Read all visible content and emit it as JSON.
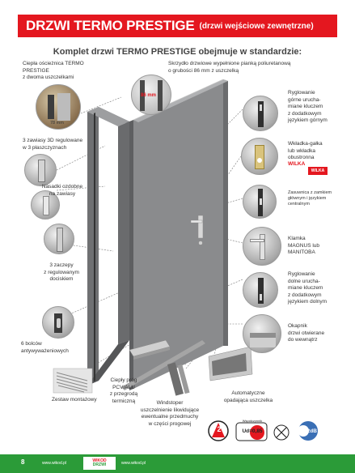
{
  "header": {
    "title": "DRZWI TERMO PRESTIGE",
    "subtitle": "(drzwi wejściowe zewnętrzne)"
  },
  "intro": "Komplet drzwi TERMO PRESTIGE obejmuje w standardzie:",
  "labels": {
    "frame": "Ciepła ościeżnica TERMO PRESTIGE\nz dwoma uszczelkami",
    "frame_dim": "78 mm",
    "leaf": "Skrzydło drzwiowe wypełnione pianką poliuretanową\no grubości 86 mm z uszczelką",
    "leaf_dim": "86 mm",
    "top_lock": "Ryglowanie\ngórne urucha-\nmiane kluczem\nz dodatkowym\njęzykiem górnym",
    "insert": "Wkładka-gałka\nlub wkładka\nobustronna",
    "insert_brand": "WILKA",
    "wilka_logo": "WILKA",
    "hinges": "3 zawiasy 3D regulowane\nw 3 płaszczyznach",
    "locks": "Zasuwnica z zamkiem\ngłównym i językiem\ncentralnym",
    "caps": "Nasadki ozdobne\nna zawiasy",
    "handle": "Klamka\nMAGNUS lub\nMANITOBA",
    "anti": "3 zaczepy\nz regulowanym\ndociskiem",
    "bottom_lock": "Ryglowanie\ndolne urucha-\nmiane kluczem\nz dodatkowym\njęzykiem dolnym",
    "bolts": "6 bolców\nantywyważeniowych",
    "drip": "Okapnik\ndrzwi otwierane\ndo wewnątrz",
    "kit": "Zestaw montażowy",
    "threshold": "Ciepły próg\nPCV/ALU\nz przegrodą\ntermiczną",
    "windstop": "Windstoper\nuszczelnienie likwidujące\newentualne przedmuchy\nw części progowej",
    "auto_seal": "Automatyczne\nopadająca uszczelka"
  },
  "badges": {
    "ud": "Ud=0,85",
    "ud_top": "Współczynnik",
    "class": "2",
    "rw": "32dB"
  },
  "footer": {
    "page": "8",
    "url_left": "www.wikod.pl",
    "logo_top": "WIKOD",
    "logo_bottom": "DRZWI",
    "url_right": "www.wikod.pl"
  },
  "colors": {
    "brand_red": "#e4171f",
    "footer_green": "#2b9b38",
    "door_grey": "#8a8b8d"
  }
}
